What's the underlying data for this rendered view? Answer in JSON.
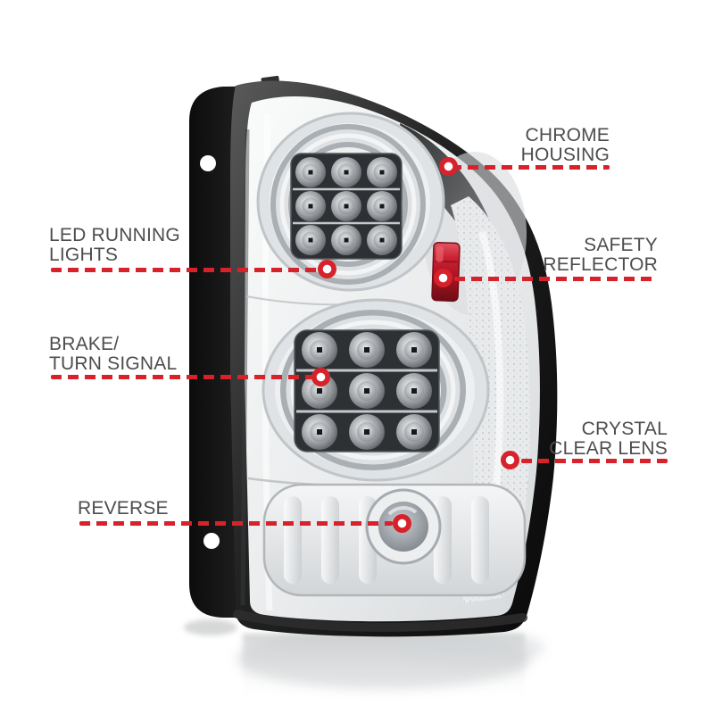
{
  "image": {
    "background_color": "#ffffff",
    "subject": "chrome-led-tail-light-annotated"
  },
  "colors": {
    "callout_red": "#d7222b",
    "label_gray": "#4d4d4f",
    "reflector_red": "#c0182a",
    "bracket_black": "#161616",
    "chrome_light": "#e9ebec"
  },
  "callouts": [
    {
      "id": "chrome-housing",
      "lines": [
        "CHROME",
        "HOUSING"
      ]
    },
    {
      "id": "led-running-lights",
      "lines": [
        "LED RUNNING",
        "LIGHTS"
      ]
    },
    {
      "id": "safety-reflector",
      "lines": [
        "SAFETY",
        "REFLECTOR"
      ]
    },
    {
      "id": "brake-turn-signal",
      "lines": [
        "BRAKE/",
        "TURN SIGNAL"
      ]
    },
    {
      "id": "crystal-clear-lens",
      "lines": [
        "CRYSTAL",
        "CLEAR LENS"
      ]
    },
    {
      "id": "reverse",
      "lines": [
        "REVERSE"
      ]
    }
  ]
}
